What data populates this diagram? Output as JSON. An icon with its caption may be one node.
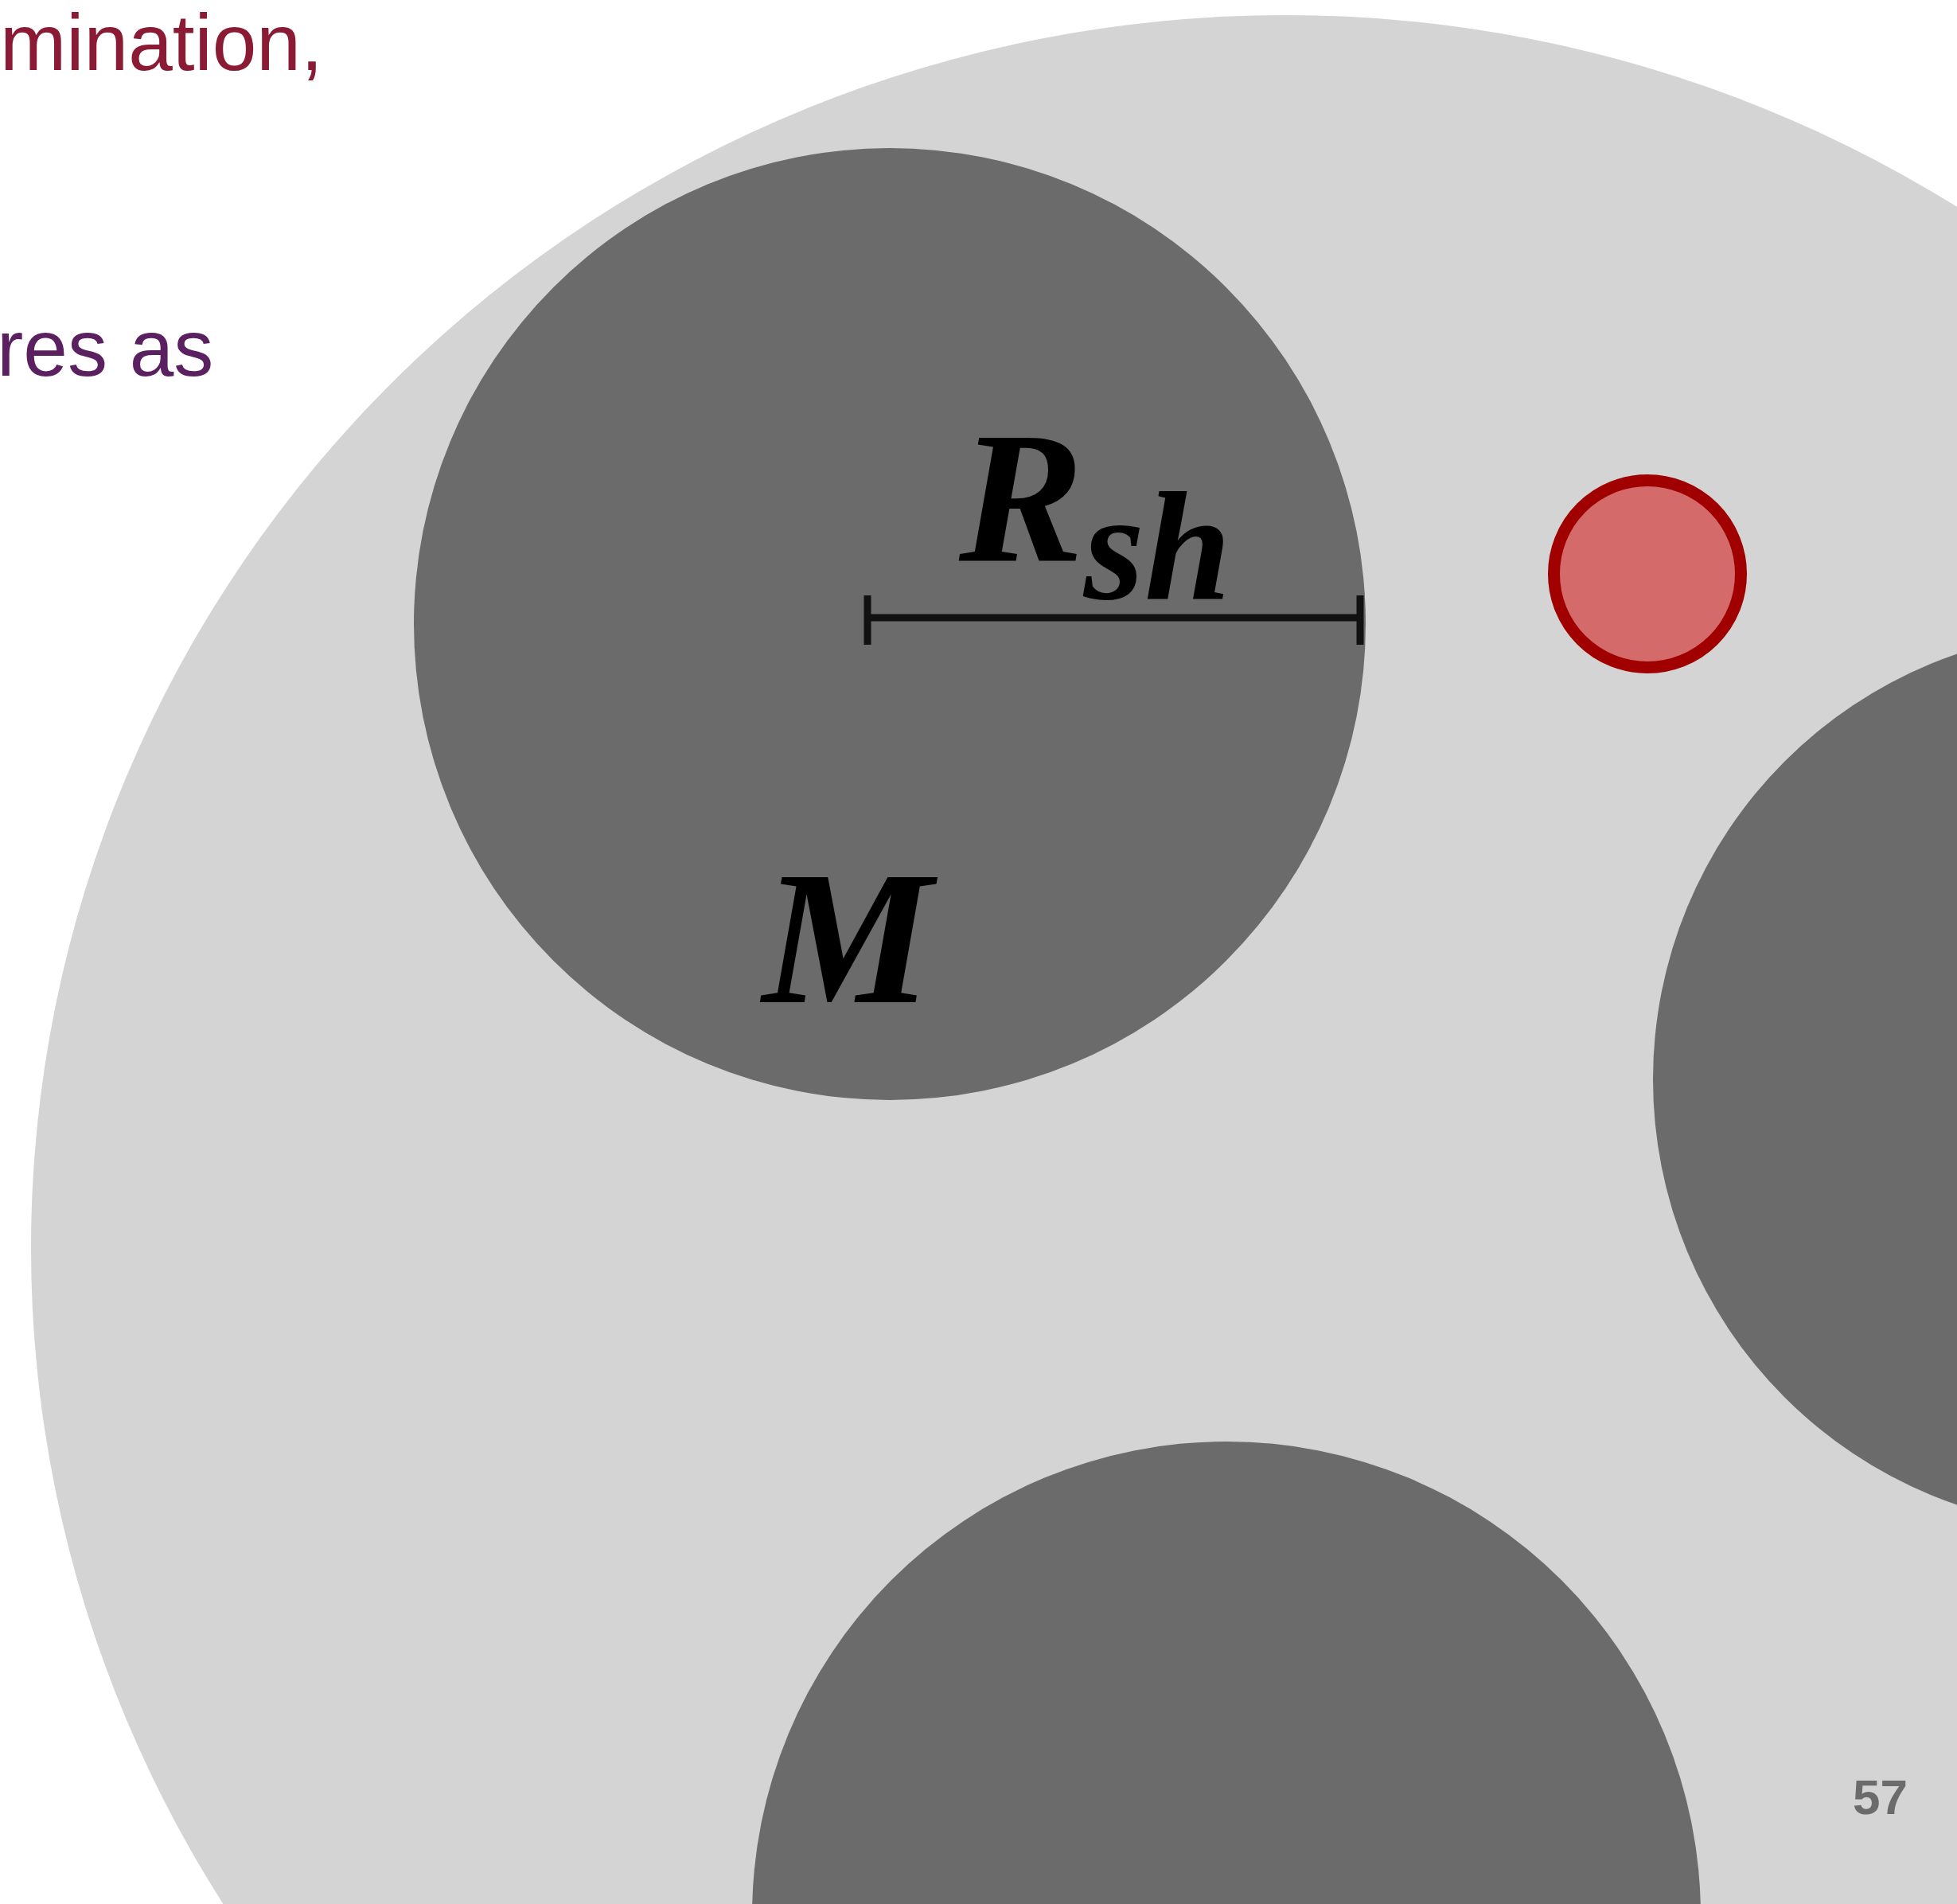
{
  "diagram": {
    "nodes": [
      {
        "text": [],
        "shape": "circle"
      },
      {
        "text": [
          "M"
        ],
        "in": 0
      },
      {
        "text": [],
        "shape": "circle",
        "in": 0
      },
      {
        "text": [],
        "shape": "circle",
        "in": 0
      },
      {
        "text": [],
        "shape": "circle",
        "in": 0
      }
    ],
    "labels": [
      "mination,",
      "res as",
      "R$_{sh}$",
      "57"
    ]
  }
}
